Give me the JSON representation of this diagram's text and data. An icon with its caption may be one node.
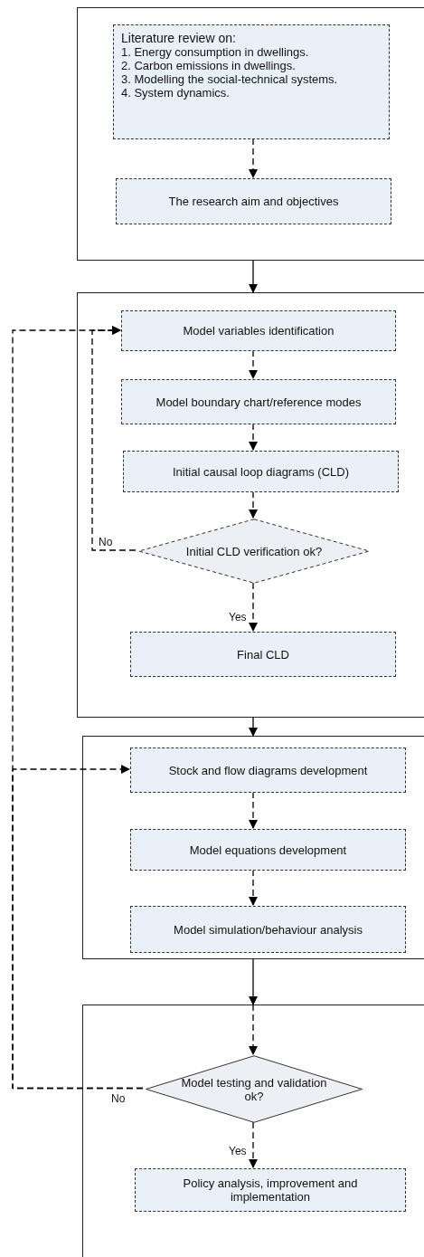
{
  "diagram": {
    "nodes": [
      {
        "text": [],
        "shape": "box"
      },
      {
        "text": [
          "Literature review on:",
          "1. Energy consumption in dwellings.",
          "2. Carbon emissions in dwellings.",
          "3. Modelling the social-technical systems.",
          "4. System dynamics."
        ],
        "in": 0
      },
      {
        "text": [
          "The research aim and objectives"
        ],
        "in": 0
      },
      {
        "text": [],
        "shape": "box"
      },
      {
        "text": [
          "Model variables identification"
        ],
        "in": 3
      },
      {
        "text": [
          "Model boundary chart/reference modes"
        ],
        "in": 3
      },
      {
        "text": [
          "Initial causal loop diagrams (CLD)"
        ],
        "in": 3
      },
      {
        "text": [
          "Initial CLD verification ok?"
        ],
        "in": 3
      },
      {
        "text": [
          "Final CLD"
        ],
        "in": 3
      },
      {
        "text": [],
        "shape": "box"
      },
      {
        "text": [
          "Stock and flow diagrams development"
        ],
        "in": 9
      },
      {
        "text": [
          "Model equations development"
        ],
        "in": 9
      },
      {
        "text": [
          "Model simulation/behaviour analysis"
        ],
        "in": 9
      },
      {
        "text": [],
        "shape": "box"
      },
      {
        "text": [
          "Model testing and validation ok?"
        ],
        "in": 13
      },
      {
        "text": [
          "Policy analysis, improvement and implementation"
        ],
        "in": 13
      }
    ],
    "edges": [
      {
        "from": 1,
        "to": 2,
        "arrow": "to",
        "style": "dashed"
      },
      {
        "from": 0,
        "to": 3,
        "arrow": "to"
      },
      {
        "from": 4,
        "to": 5,
        "arrow": "to",
        "style": "dashed"
      },
      {
        "from": 5,
        "to": 6,
        "arrow": "to",
        "style": "dashed"
      },
      {
        "from": 6,
        "to": 7,
        "arrow": "to",
        "style": "dashed"
      },
      {
        "from": 7,
        "to": 4,
        "arrow": "to",
        "style": "dashed",
        "label": "No"
      },
      {
        "from": 7,
        "to": 8,
        "arrow": "to",
        "style": "dashed",
        "label": "Yes"
      },
      {
        "from": 3,
        "to": 9,
        "arrow": "to"
      },
      {
        "from": 10,
        "to": 11,
        "arrow": "to",
        "style": "dashed"
      },
      {
        "from": 11,
        "to": 12,
        "arrow": "to",
        "style": "dashed"
      },
      {
        "from": 9,
        "to": 13,
        "arrow": "to"
      },
      {
        "from": 13,
        "to": 14,
        "arrow": "to",
        "style": "dashed"
      },
      {
        "from": 14,
        "to": 15,
        "arrow": "to",
        "style": "dashed",
        "label": "Yes"
      },
      {
        "from": 14,
        "to": 10,
        "arrow": "to",
        "style": "dashed",
        "label": "No"
      },
      {
        "from": 14,
        "to": 4,
        "arrow": "to",
        "style": "dashed"
      }
    ]
  }
}
